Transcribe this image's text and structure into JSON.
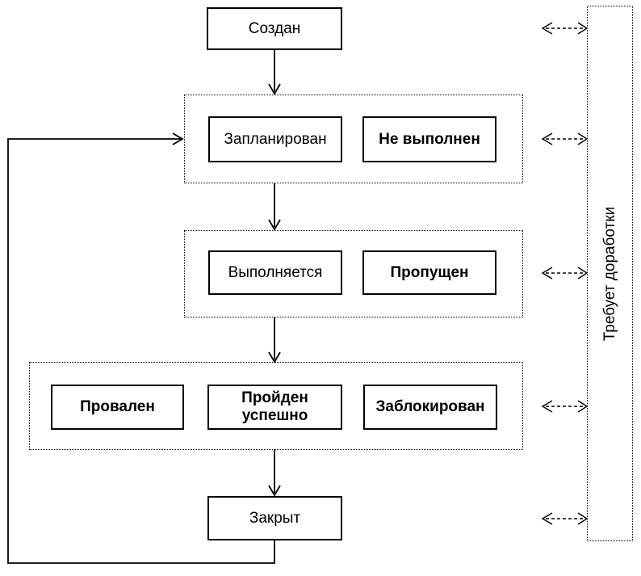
{
  "colors": {
    "line": "#000000",
    "background": "#ffffff"
  },
  "nodes": {
    "created": "Создан",
    "planned": "Запланирован",
    "not_executed": "Не выполнен",
    "executing": "Выполняется",
    "skipped": "Пропущен",
    "failed": "Провален",
    "passed": "Пройден успешно",
    "blocked": "Заблокирован",
    "closed": "Закрыт",
    "rework": "Требует доработки"
  }
}
